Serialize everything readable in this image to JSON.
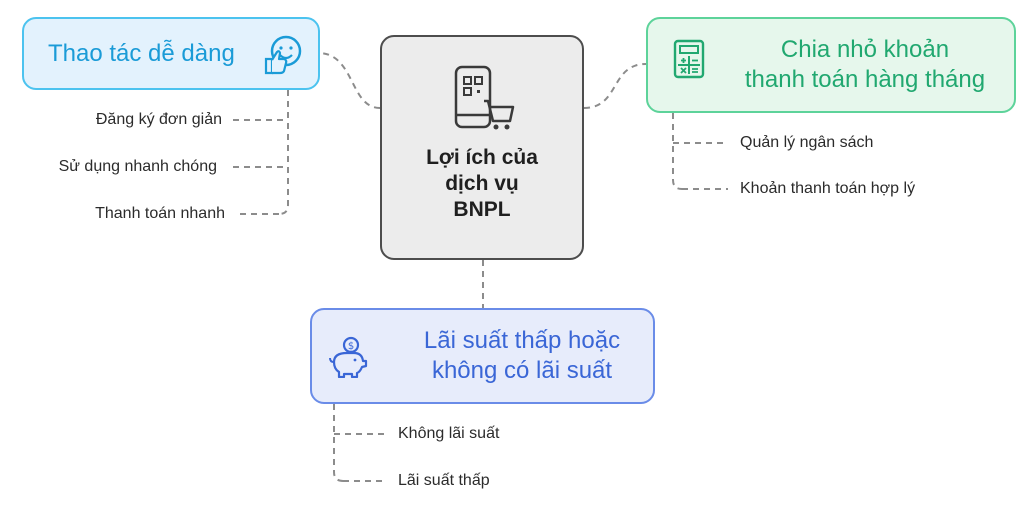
{
  "center": {
    "title_line1": "Lợi ích của",
    "title_line2": "dịch vụ",
    "title_line3": "BNPL",
    "icon": "phone-qr-cart-icon"
  },
  "branches": {
    "left": {
      "title": "Thao tác dễ dàng",
      "icon": "thumbs-up-smile-icon",
      "color": "#4cc3ef",
      "items": [
        "Đăng ký đơn giản",
        "Sử dụng nhanh chóng",
        "Thanh toán nhanh"
      ]
    },
    "right": {
      "title_line1": "Chia nhỏ khoản",
      "title_line2": "thanh toán hàng tháng",
      "icon": "calculator-icon",
      "color": "#5dd39a",
      "items": [
        "Quản lý ngân sách",
        "Khoản thanh toán hợp lý"
      ]
    },
    "bottom": {
      "title_line1": "Lãi suất thấp hoặc",
      "title_line2": "không có lãi suất",
      "icon": "piggy-bank-icon",
      "color": "#6a8ce8",
      "items": [
        "Không lãi suất",
        "Lãi suất thấp"
      ]
    }
  }
}
